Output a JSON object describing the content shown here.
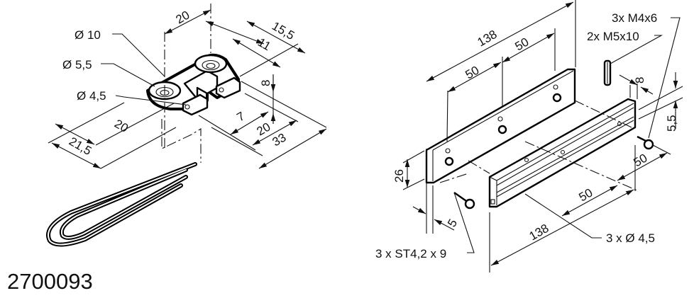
{
  "part_number": "2700093",
  "left_part": {
    "labels": {
      "dia_10": "Ø 10",
      "dia_5_5": "Ø 5,5",
      "dia_4_5": "Ø 4,5",
      "dim_20_top": "20",
      "dim_15_5": "15,5",
      "dim_11": "11",
      "dim_8": "8",
      "dim_7": "7",
      "dim_20_right": "20",
      "dim_33": "33",
      "dim_20_left": "20",
      "dim_21_5": "21,5"
    }
  },
  "right_part": {
    "labels": {
      "dim_138_top": "138",
      "dim_50_top_right": "50",
      "dim_50_top_left": "50",
      "screw_m4": "3x M4x6",
      "screw_m5": "2x M5x10",
      "dim_8": "8",
      "dim_5_5": "5,5",
      "dim_26": "26",
      "dim_5": "5",
      "screw_st": "3 x ST4,2 x 9",
      "dim_50_right": "50",
      "dim_50_bottom": "50",
      "dim_138_bottom": "138",
      "holes": "3 x Ø 4,5"
    }
  }
}
